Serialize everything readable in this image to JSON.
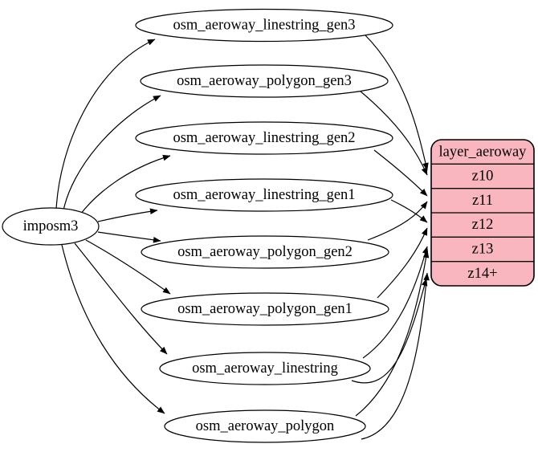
{
  "diagram": {
    "background_color": "#ffffff",
    "node_fill_color": "#ffffff",
    "line_color": "#000000",
    "source": {
      "label": "imposm3"
    },
    "tables": [
      {
        "label": "osm_aeroway_linestring_gen3"
      },
      {
        "label": "osm_aeroway_polygon_gen3"
      },
      {
        "label": "osm_aeroway_linestring_gen2"
      },
      {
        "label": "osm_aeroway_linestring_gen1"
      },
      {
        "label": "osm_aeroway_polygon_gen2"
      },
      {
        "label": "osm_aeroway_polygon_gen1"
      },
      {
        "label": "osm_aeroway_linestring"
      },
      {
        "label": "osm_aeroway_polygon"
      }
    ],
    "layer": {
      "title": "layer_aeroway",
      "rows": [
        "z10",
        "z11",
        "z12",
        "z13",
        "z14+"
      ],
      "fill": "#f9b6be",
      "border_color": "#000000"
    },
    "connections": [
      {
        "from": "imposm3",
        "to": "osm_aeroway_linestring_gen3"
      },
      {
        "from": "imposm3",
        "to": "osm_aeroway_polygon_gen3"
      },
      {
        "from": "imposm3",
        "to": "osm_aeroway_linestring_gen2"
      },
      {
        "from": "imposm3",
        "to": "osm_aeroway_linestring_gen1"
      },
      {
        "from": "imposm3",
        "to": "osm_aeroway_polygon_gen2"
      },
      {
        "from": "imposm3",
        "to": "osm_aeroway_polygon_gen1"
      },
      {
        "from": "imposm3",
        "to": "osm_aeroway_linestring"
      },
      {
        "from": "imposm3",
        "to": "osm_aeroway_polygon"
      },
      {
        "from": "osm_aeroway_linestring_gen3",
        "to": "layer_aeroway:z10"
      },
      {
        "from": "osm_aeroway_polygon_gen3",
        "to": "layer_aeroway:z10"
      },
      {
        "from": "osm_aeroway_linestring_gen2",
        "to": "layer_aeroway:z11"
      },
      {
        "from": "osm_aeroway_polygon_gen2",
        "to": "layer_aeroway:z11"
      },
      {
        "from": "osm_aeroway_linestring_gen1",
        "to": "layer_aeroway:z12"
      },
      {
        "from": "osm_aeroway_polygon_gen1",
        "to": "layer_aeroway:z12"
      },
      {
        "from": "osm_aeroway_linestring",
        "to": "layer_aeroway:z13"
      },
      {
        "from": "osm_aeroway_polygon",
        "to": "layer_aeroway:z13"
      },
      {
        "from": "osm_aeroway_linestring",
        "to": "layer_aeroway:z14+"
      },
      {
        "from": "osm_aeroway_polygon",
        "to": "layer_aeroway:z14+"
      }
    ]
  }
}
